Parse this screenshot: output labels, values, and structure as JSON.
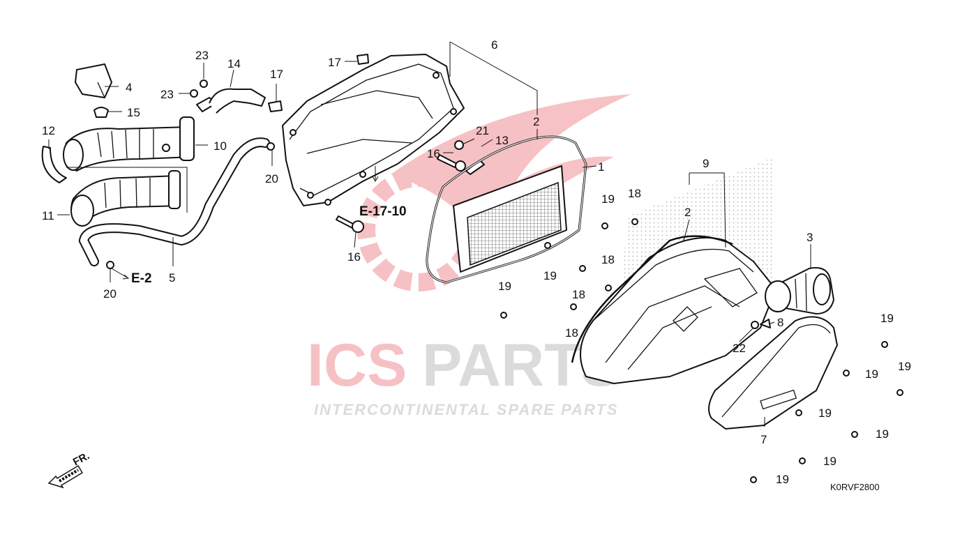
{
  "diagram": {
    "callouts": [
      "1",
      "2",
      "2",
      "3",
      "4",
      "5",
      "6",
      "7",
      "8",
      "9",
      "10",
      "11",
      "12",
      "13",
      "14",
      "15",
      "16",
      "16",
      "17",
      "17",
      "18",
      "18",
      "18",
      "18",
      "19",
      "19",
      "19",
      "19",
      "19",
      "19",
      "19",
      "19",
      "19",
      "19",
      "20",
      "20",
      "21",
      "22",
      "23",
      "23"
    ],
    "refs": {
      "e17": "E-17-10",
      "e2": "E-2"
    },
    "direction_label": "FR.",
    "diagram_code": "K0RVF2800"
  },
  "watermark": {
    "brand_ics": "ICS",
    "brand_parts": "PARTS",
    "tagline": "INTERCONTINENTAL SPARE PARTS",
    "color_red": "#e8505a",
    "color_gray": "#9a9a9a"
  }
}
